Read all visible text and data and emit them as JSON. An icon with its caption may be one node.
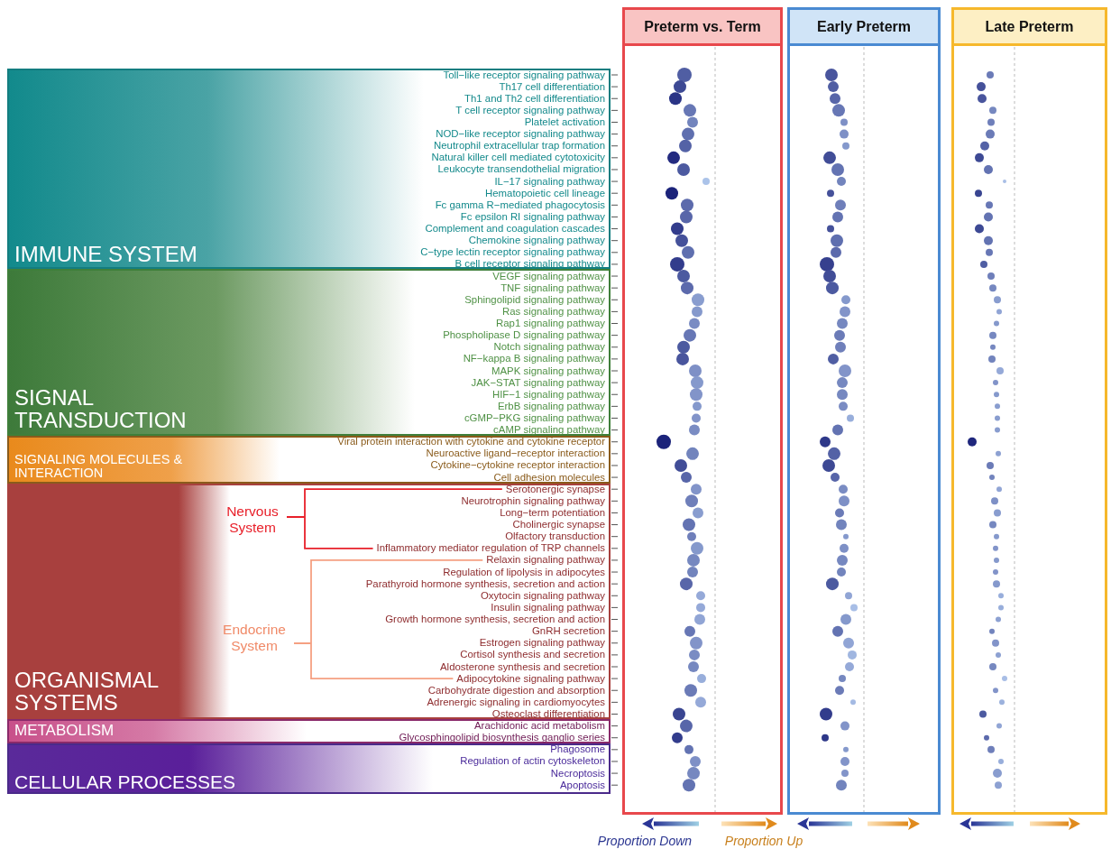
{
  "diagram": {
    "nodes": [
      {
        "text": [
          "Preterm vs. Term"
        ]
      },
      {
        "text": [
          "Early Preterm"
        ]
      },
      {
        "text": [
          "Late Preterm"
        ]
      },
      {
        "text": [
          "IMMUNE SYSTEM",
          "Toll−like receptor signaling pathway",
          "Th17 cell differentiation",
          "Th1 and Th2 cell differentiation",
          "T cell receptor signaling pathway",
          "Platelet activation",
          "NOD−like receptor signaling pathway",
          "Neutrophil extracellular trap formation",
          "Natural killer cell mediated cytotoxicity",
          "Leukocyte transendothelial migration",
          "IL−17 signaling pathway",
          "Hematopoietic cell lineage",
          "Fc gamma R−mediated phagocytosis",
          "Fc epsilon RI signaling pathway",
          "Complement and coagulation cascades",
          "Chemokine signaling pathway",
          "C−type lectin receptor signaling pathway",
          "B cell receptor signaling pathway"
        ]
      },
      {
        "text": [
          "SIGNAL TRANSDUCTION",
          "VEGF signaling pathway",
          "TNF signaling pathway",
          "Sphingolipid signaling pathway",
          "Ras signaling pathway",
          "Rap1 signaling pathway",
          "Phospholipase D signaling pathway",
          "Notch signaling pathway",
          "NF−kappa B signaling pathway",
          "MAPK signaling pathway",
          "JAK−STAT signaling pathway",
          "HIF−1 signaling pathway",
          "ErbB signaling pathway",
          "cGMP−PKG signaling pathway",
          "cAMP signaling pathway"
        ]
      },
      {
        "text": [
          "SIGNALING MOLECULES & INTERACTION",
          "Viral protein interaction with cytokine and cytokine receptor",
          "Neuroactive ligand−receptor interaction",
          "Cytokine−cytokine receptor interaction",
          "Cell adhesion molecules"
        ]
      },
      {
        "text": [
          "ORGANISMAL SYSTEMS",
          "Serotonergic synapse",
          "Neurotrophin signaling pathway",
          "Long−term potentiation",
          "Cholinergic synapse",
          "Olfactory transduction",
          "Inflammatory mediator regulation of TRP channels",
          "Relaxin signaling pathway",
          "Regulation of lipolysis in adipocytes",
          "Parathyroid hormone synthesis, secretion and action",
          "Oxytocin signaling pathway",
          "Insulin signaling pathway",
          "Growth hormone synthesis, secretion and action",
          "GnRH secretion",
          "Estrogen signaling pathway",
          "Cortisol synthesis and secretion",
          "Aldosterone synthesis and secretion",
          "Adipocytokine signaling pathway",
          "Carbohydrate digestion and absorption",
          "Adrenergic signaling in cardiomyocytes",
          "Osteoclast differentiation"
        ]
      },
      {
        "text": [
          "METABOLISM",
          "Arachidonic acid metabolism",
          "Glycosphingolipid biosynthesis ganglio series"
        ]
      },
      {
        "text": [
          "CELLULAR PROCESSES",
          "Phagosome",
          "Regulation of actin cytoskeleton",
          "Necroptosis",
          "Apoptosis"
        ]
      }
    ],
    "labels": [
      "Nervous System",
      "Endocrine System",
      "Proportion Down",
      "Proportion Up"
    ]
  }
}
